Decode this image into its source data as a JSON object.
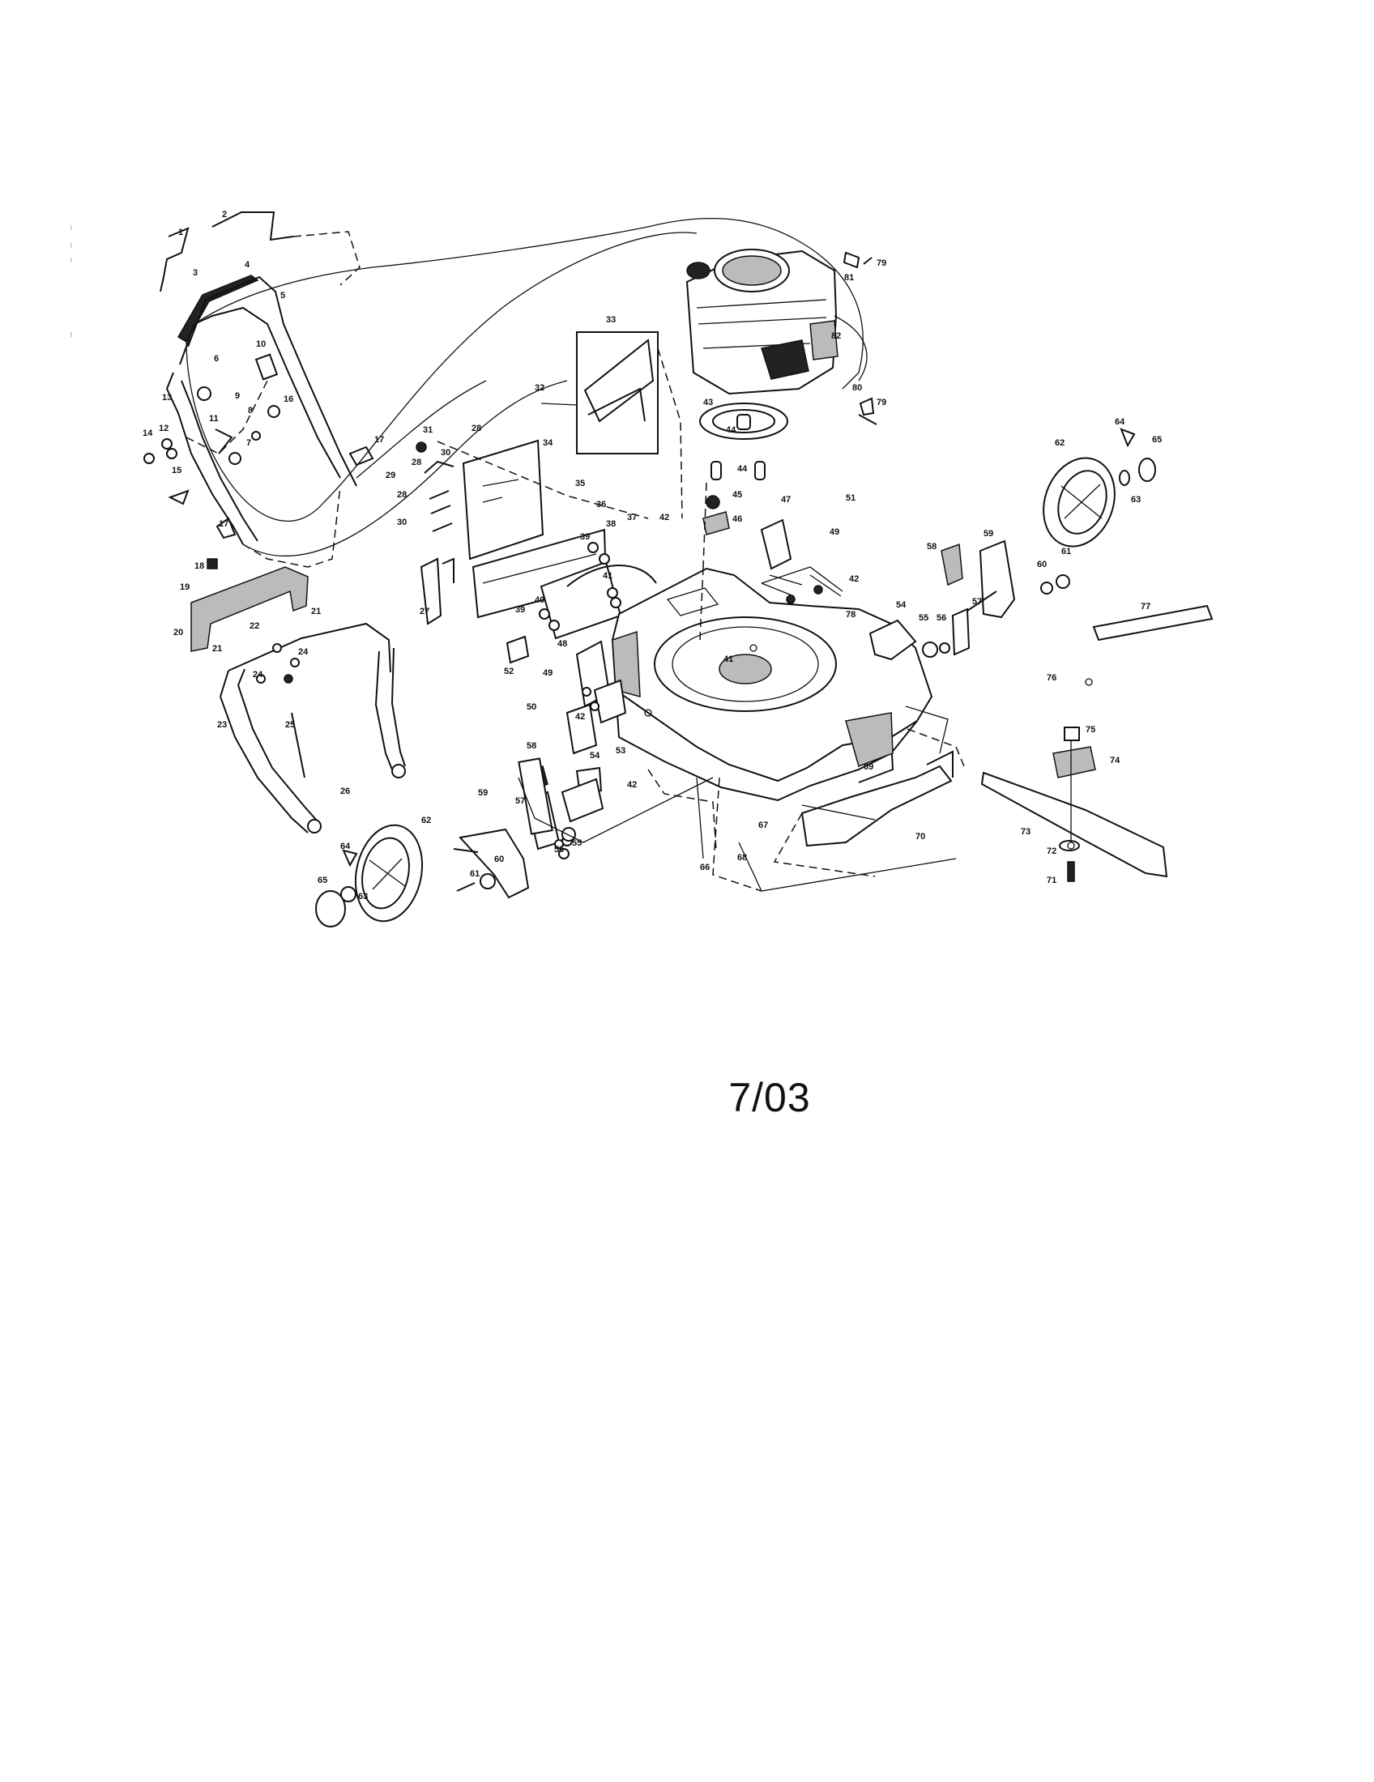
{
  "diagram": {
    "kind": "exploded parts diagram",
    "callouts": [
      "1",
      "2",
      "3",
      "4",
      "5",
      "6",
      "7",
      "8",
      "9",
      "10",
      "11",
      "12",
      "13",
      "14",
      "15",
      "16",
      "17",
      "18",
      "19",
      "20",
      "21",
      "22",
      "23",
      "24",
      "25",
      "26",
      "27",
      "28",
      "29",
      "30",
      "31",
      "32",
      "33",
      "34",
      "35",
      "36",
      "37",
      "38",
      "39",
      "40",
      "41",
      "42",
      "43",
      "44",
      "45",
      "46",
      "47",
      "48",
      "49",
      "50",
      "51",
      "52",
      "53",
      "54",
      "55",
      "56",
      "57",
      "58",
      "59",
      "60",
      "61",
      "62",
      "63",
      "64",
      "65",
      "66",
      "67",
      "68",
      "69",
      "70",
      "71",
      "72",
      "73",
      "74",
      "75",
      "76",
      "77",
      "78",
      "79",
      "80",
      "81",
      "82"
    ]
  },
  "footer": {
    "date": "7/03"
  }
}
